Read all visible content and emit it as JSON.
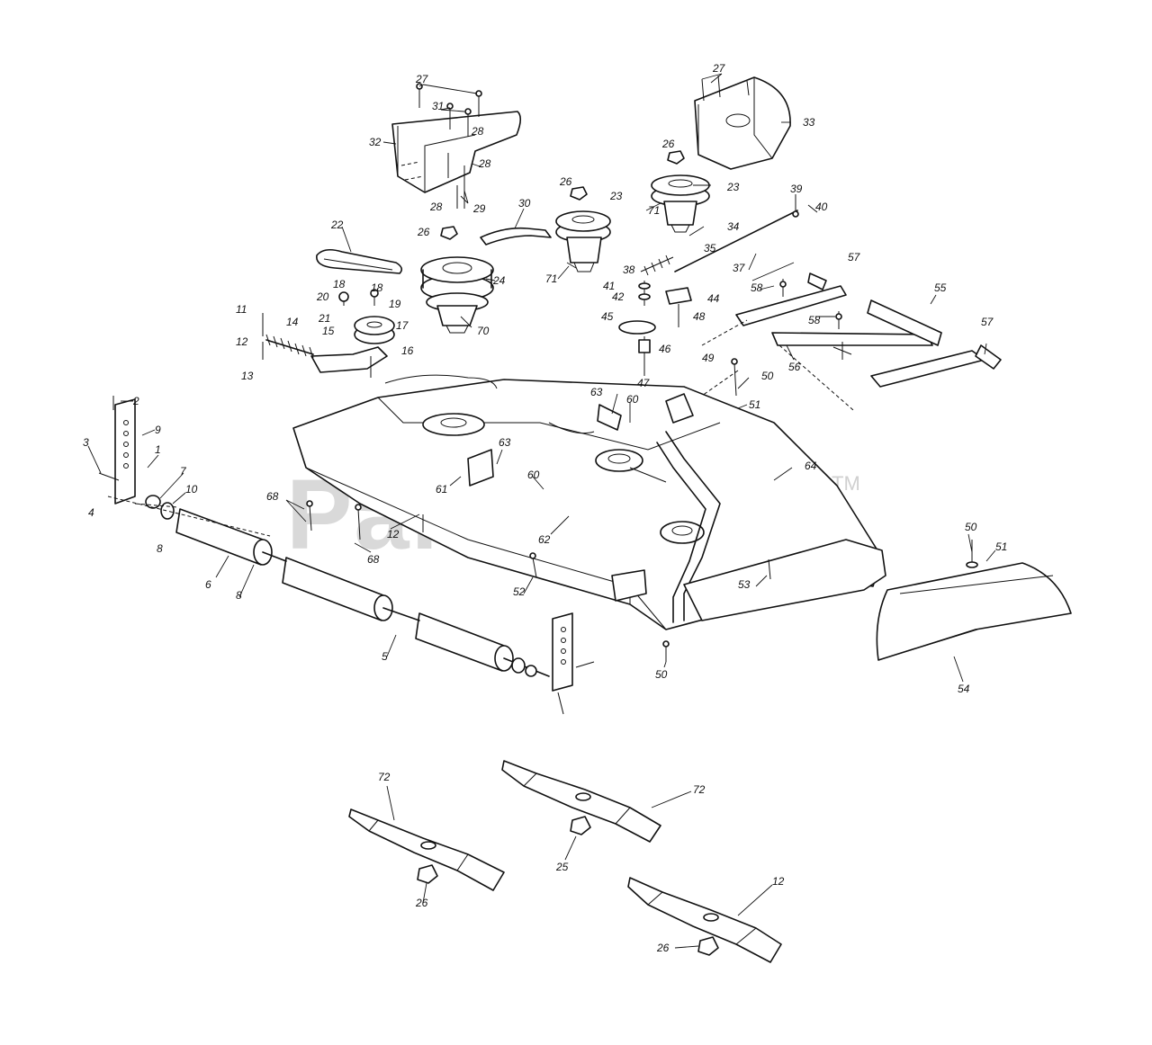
{
  "watermark": {
    "text": "PartsTree",
    "trademark": "TM"
  },
  "callouts": [
    {
      "id": "c-27a",
      "label": "27"
    },
    {
      "id": "c-31",
      "label": "31"
    },
    {
      "id": "c-28a",
      "label": "28"
    },
    {
      "id": "c-32",
      "label": "32"
    },
    {
      "id": "c-28b",
      "label": "28"
    },
    {
      "id": "c-28c",
      "label": "28"
    },
    {
      "id": "c-29",
      "label": "29"
    },
    {
      "id": "c-30",
      "label": "30"
    },
    {
      "id": "c-26a",
      "label": "26"
    },
    {
      "id": "c-26b",
      "label": "26"
    },
    {
      "id": "c-22",
      "label": "22"
    },
    {
      "id": "c-24",
      "label": "24"
    },
    {
      "id": "c-70",
      "label": "70"
    },
    {
      "id": "c-18a",
      "label": "18"
    },
    {
      "id": "c-18b",
      "label": "18"
    },
    {
      "id": "c-20",
      "label": "20"
    },
    {
      "id": "c-21",
      "label": "21"
    },
    {
      "id": "c-19",
      "label": "19"
    },
    {
      "id": "c-17",
      "label": "17"
    },
    {
      "id": "c-11",
      "label": "11"
    },
    {
      "id": "c-14",
      "label": "14"
    },
    {
      "id": "c-12a",
      "label": "12"
    },
    {
      "id": "c-13",
      "label": "13"
    },
    {
      "id": "c-15",
      "label": "15"
    },
    {
      "id": "c-16",
      "label": "16"
    },
    {
      "id": "c-27b",
      "label": "27"
    },
    {
      "id": "c-33",
      "label": "33"
    },
    {
      "id": "c-26c",
      "label": "26"
    },
    {
      "id": "c-23a",
      "label": "23"
    },
    {
      "id": "c-23b",
      "label": "23"
    },
    {
      "id": "c-71a",
      "label": "71"
    },
    {
      "id": "c-71b",
      "label": "71"
    },
    {
      "id": "c-39",
      "label": "39"
    },
    {
      "id": "c-40",
      "label": "40"
    },
    {
      "id": "c-34",
      "label": "34"
    },
    {
      "id": "c-35",
      "label": "35"
    },
    {
      "id": "c-37",
      "label": "37"
    },
    {
      "id": "c-38",
      "label": "38"
    },
    {
      "id": "c-41",
      "label": "41"
    },
    {
      "id": "c-42",
      "label": "42"
    },
    {
      "id": "c-44",
      "label": "44"
    },
    {
      "id": "c-48",
      "label": "48"
    },
    {
      "id": "c-45",
      "label": "45"
    },
    {
      "id": "c-46",
      "label": "46"
    },
    {
      "id": "c-47",
      "label": "47"
    },
    {
      "id": "c-57a",
      "label": "57"
    },
    {
      "id": "c-58a",
      "label": "58"
    },
    {
      "id": "c-55",
      "label": "55"
    },
    {
      "id": "c-58b",
      "label": "58"
    },
    {
      "id": "c-57b",
      "label": "57"
    },
    {
      "id": "c-56",
      "label": "56"
    },
    {
      "id": "c-49",
      "label": "49"
    },
    {
      "id": "c-50a",
      "label": "50"
    },
    {
      "id": "c-51a",
      "label": "51"
    },
    {
      "id": "c-63a",
      "label": "63"
    },
    {
      "id": "c-60a",
      "label": "60"
    },
    {
      "id": "c-64",
      "label": "64"
    },
    {
      "id": "c-63b",
      "label": "63"
    },
    {
      "id": "c-60b",
      "label": "60"
    },
    {
      "id": "c-61",
      "label": "61"
    },
    {
      "id": "c-62",
      "label": "62"
    },
    {
      "id": "c-12b",
      "label": "12"
    },
    {
      "id": "c-2",
      "label": "2"
    },
    {
      "id": "c-9",
      "label": "9"
    },
    {
      "id": "c-3",
      "label": "3"
    },
    {
      "id": "c-1",
      "label": "1"
    },
    {
      "id": "c-7",
      "label": "7"
    },
    {
      "id": "c-10",
      "label": "10"
    },
    {
      "id": "c-4",
      "label": "4"
    },
    {
      "id": "c-8a",
      "label": "8"
    },
    {
      "id": "c-68a",
      "label": "68"
    },
    {
      "id": "c-68b",
      "label": "68"
    },
    {
      "id": "c-6",
      "label": "6"
    },
    {
      "id": "c-8b",
      "label": "8"
    },
    {
      "id": "c-5",
      "label": "5"
    },
    {
      "id": "c-52",
      "label": "52"
    },
    {
      "id": "c-53",
      "label": "53"
    },
    {
      "id": "c-50b",
      "label": "50"
    },
    {
      "id": "c-50c",
      "label": "50"
    },
    {
      "id": "c-51b",
      "label": "51"
    },
    {
      "id": "c-54",
      "label": "54"
    },
    {
      "id": "c-72a",
      "label": "72"
    },
    {
      "id": "c-72b",
      "label": "72"
    },
    {
      "id": "c-72c",
      "label": "12"
    },
    {
      "id": "c-25",
      "label": "25"
    },
    {
      "id": "c-26d",
      "label": "26"
    },
    {
      "id": "c-26e",
      "label": "26"
    }
  ]
}
